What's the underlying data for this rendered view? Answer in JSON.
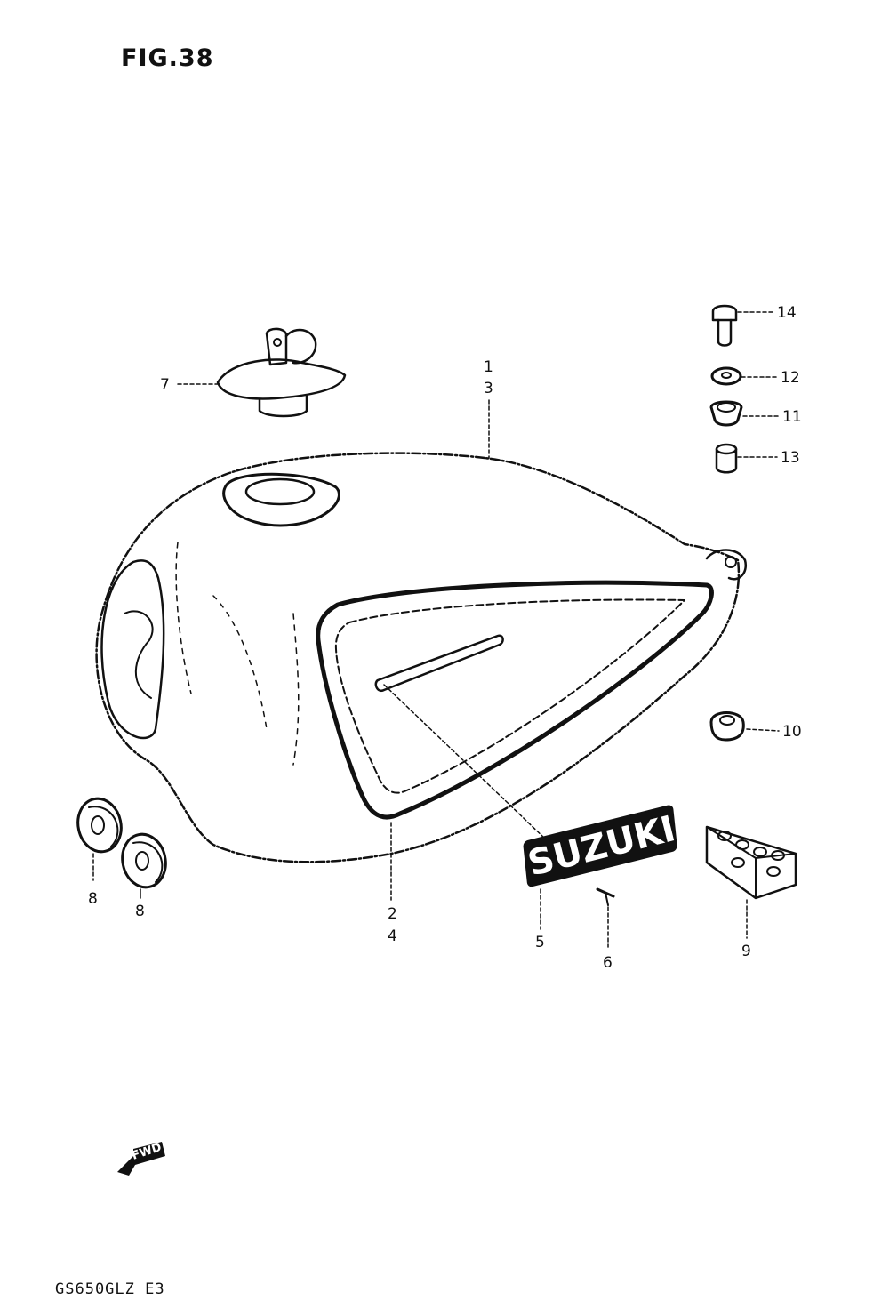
{
  "figure_title": "FIG.38",
  "model_code": "GS650GLZ E3",
  "emblem_text": "SUZUKI",
  "direction_mark": "FWD",
  "callouts": [
    {
      "id": "c1",
      "text": "1"
    },
    {
      "id": "c3",
      "text": "3"
    },
    {
      "id": "c2",
      "text": "2"
    },
    {
      "id": "c4",
      "text": "4"
    },
    {
      "id": "c5",
      "text": "5"
    },
    {
      "id": "c6",
      "text": "6"
    },
    {
      "id": "c7",
      "text": "7"
    },
    {
      "id": "c8a",
      "text": "8"
    },
    {
      "id": "c8b",
      "text": "8"
    },
    {
      "id": "c9",
      "text": "9"
    },
    {
      "id": "c10",
      "text": "10"
    },
    {
      "id": "c11",
      "text": "11"
    },
    {
      "id": "c12",
      "text": "12"
    },
    {
      "id": "c13",
      "text": "13"
    },
    {
      "id": "c14",
      "text": "14"
    }
  ]
}
